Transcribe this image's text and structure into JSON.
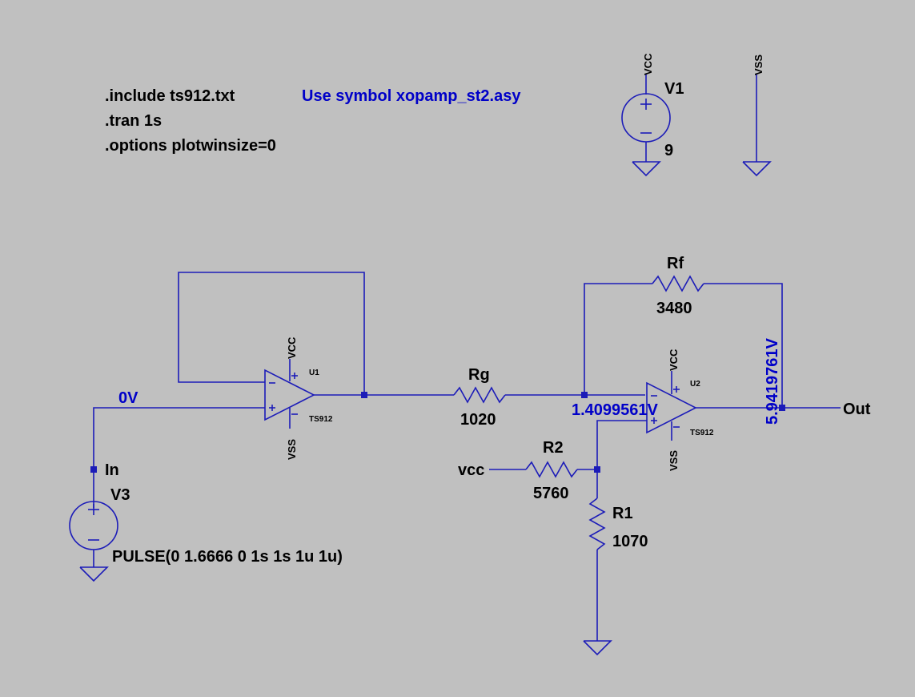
{
  "directives": {
    "include": ".include ts912.txt",
    "tran": ".tran 1s",
    "options": ".options plotwinsize=0"
  },
  "comment": "Use symbol xopamp_st2.asy",
  "power": {
    "v1": {
      "name": "V1",
      "value": "9",
      "net": "VCC"
    },
    "vss_net": "VSS"
  },
  "source_v3": {
    "name": "V3",
    "value": "PULSE(0 1.6666 0 1s 1s 1u 1u)",
    "net_label": "In",
    "voltage": "0V"
  },
  "opamp_u1": {
    "name": "U1",
    "model": "TS912",
    "vcc": "VCC",
    "vss": "VSS"
  },
  "opamp_u2": {
    "name": "U2",
    "model": "TS912",
    "vcc": "VCC",
    "vss": "VSS"
  },
  "resistors": {
    "rg": {
      "name": "Rg",
      "value": "1020"
    },
    "rf": {
      "name": "Rf",
      "value": "3480"
    },
    "r2": {
      "name": "R2",
      "value": "5760",
      "net": "vcc"
    },
    "r1": {
      "name": "R1",
      "value": "1070"
    }
  },
  "probes": {
    "u2_noninv": "1.4099561V",
    "output": "5.9419761V"
  },
  "output_label": "Out",
  "colors": {
    "background": "#c0c0c0",
    "wire": "#1c1cb8",
    "text": "#000000",
    "annotation": "#0000c8"
  }
}
